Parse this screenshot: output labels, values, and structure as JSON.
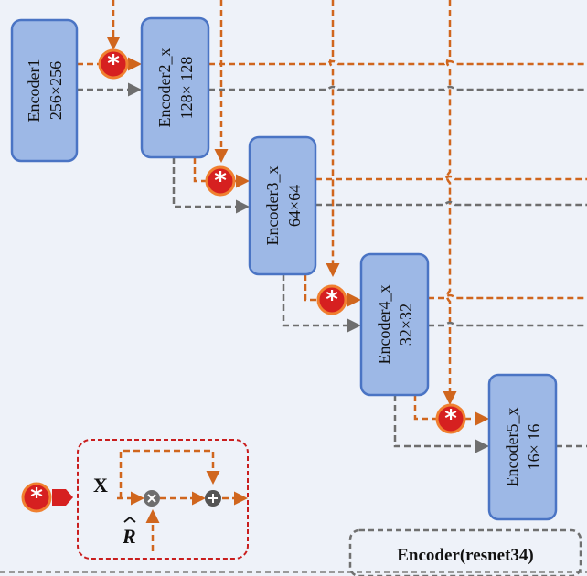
{
  "encoders": [
    {
      "name": "Encoder1",
      "size": "256×256"
    },
    {
      "name": "Encoder2_x",
      "size": "128× 128"
    },
    {
      "name": "Encoder3_x",
      "size": "64×64"
    },
    {
      "name": "Encoder4_x",
      "size": "32×32"
    },
    {
      "name": "Encoder5_x",
      "size": "16× 16"
    }
  ],
  "legend": {
    "input_label": "X",
    "rhat_label": "R"
  },
  "caption": "Encoder(resnet34)",
  "colors": {
    "box_fill": "#9db8e6",
    "box_stroke": "#4a74c4",
    "orange_line": "#d0661e",
    "gray_line": "#6e6e6e",
    "star_fill": "#d62020",
    "legend_border": "#c91e1e"
  }
}
